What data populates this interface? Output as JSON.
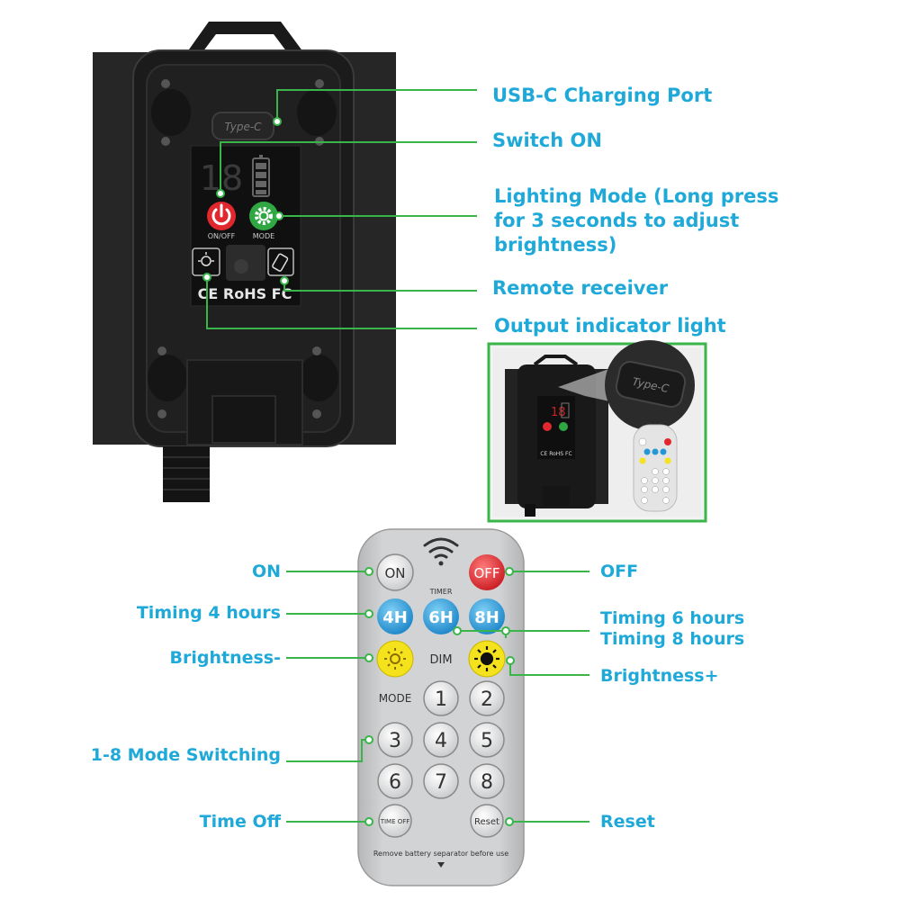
{
  "colors": {
    "label_blue": "#1fa9d8",
    "leader_green": "#39b54a",
    "device_black": "#1d1d1d",
    "remote_gray": "#c9cacc",
    "btn_blue": "#2796d6",
    "btn_red": "#e0282e",
    "btn_yellow": "#f4e21c"
  },
  "controller": {
    "port_label": "Type-C",
    "digit_display": "18",
    "onoff_label": "ON/OFF",
    "mode_label": "MODE",
    "cert_text": "CE RoHS FC",
    "icons": [
      "power-icon",
      "gear-icon",
      "light-sensor-icon",
      "remote-receiver-icon",
      "battery-icon"
    ]
  },
  "controller_callouts": {
    "usb": "USB-C Charging Port",
    "switch": "Switch ON",
    "lighting_1": "Lighting Mode (Long press",
    "lighting_2": "for 3 seconds to adjust",
    "lighting_3": "brightness)",
    "receiver": "Remote receiver",
    "indicator": "Output indicator light"
  },
  "inset": {
    "port_label": "Type-C"
  },
  "remote": {
    "on": "ON",
    "off": "OFF",
    "timer": "TIMER",
    "t4": "4H",
    "t6": "6H",
    "t8": "8H",
    "dim": "DIM",
    "mode": "MODE",
    "keys": [
      "1",
      "2",
      "3",
      "4",
      "5",
      "6",
      "7",
      "8"
    ],
    "time_off": "TIME OFF",
    "reset": "Reset",
    "separator": "Remove battery separator before use"
  },
  "remote_callouts": {
    "on": "ON",
    "off": "OFF",
    "t4": "Timing 4 hours",
    "t6": "Timing 6 hours",
    "t8": "Timing 8 hours",
    "bminus": "Brightness-",
    "bplus": "Brightness+",
    "modes": "1-8 Mode Switching",
    "timeoff": "Time Off",
    "reset": "Reset"
  }
}
